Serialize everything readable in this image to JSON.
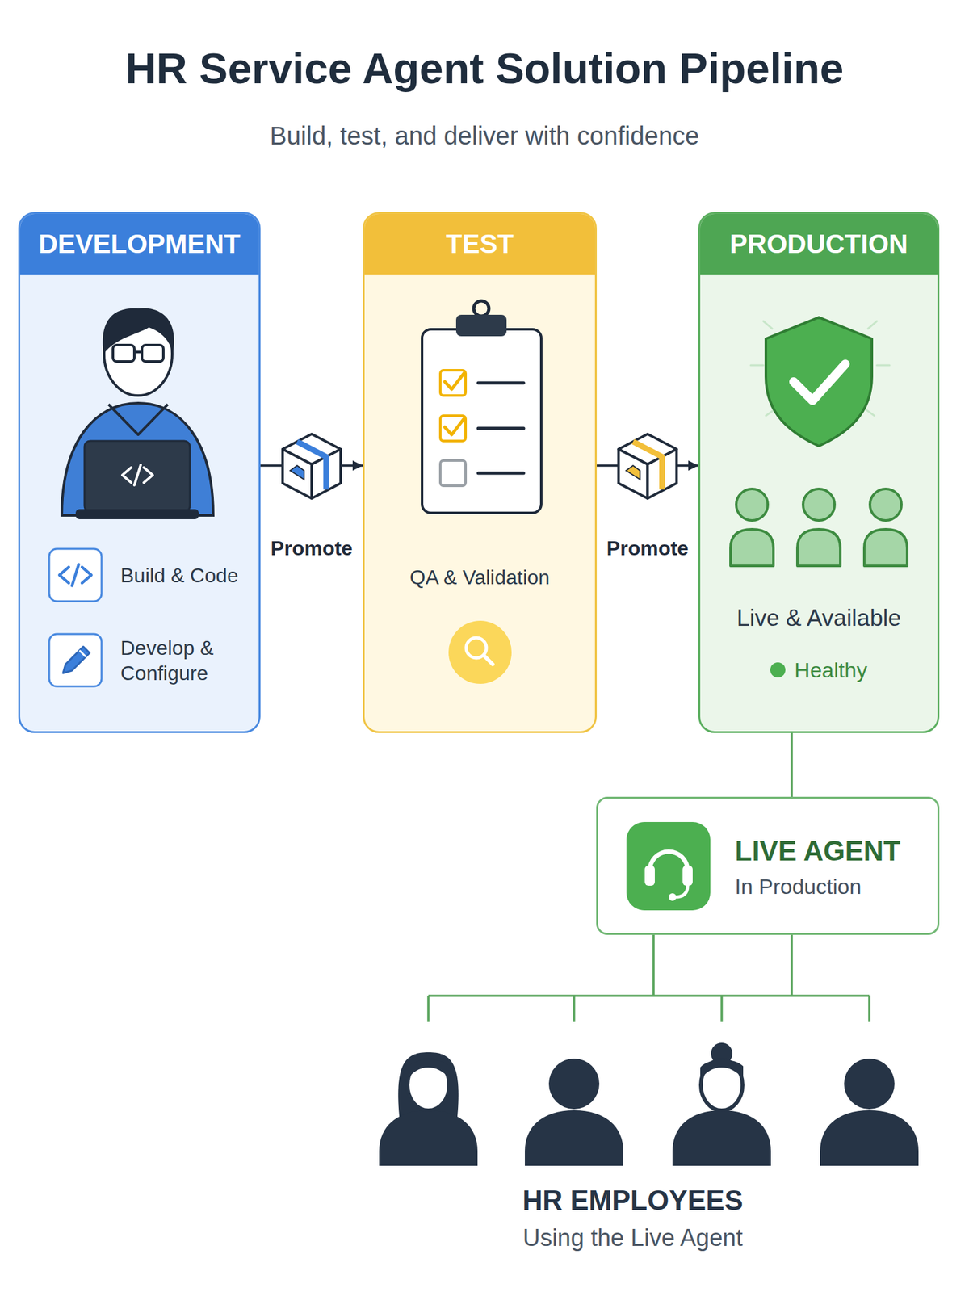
{
  "diagram": {
    "title": "HR Service Agent Solution Pipeline",
    "nodes": [
      {
        "text": [
          "DEVELOPMENT"
        ]
      },
      {
        "text": [
          "Build & Code"
        ],
        "in": 0
      },
      {
        "text": [
          "Develop & Configure"
        ],
        "in": 0
      },
      {
        "text": [
          "TEST",
          "QA & Validation"
        ]
      },
      {
        "text": [
          "PRODUCTION",
          "Live & Available",
          "Healthy"
        ]
      },
      {
        "text": [
          "LIVE AGENT",
          "In Production"
        ]
      },
      {
        "text": [
          "HR EMPLOYEES",
          "Using the Live Agent"
        ]
      }
    ],
    "edges": [
      {
        "from": 0,
        "to": 3,
        "label": "Promote",
        "arrow": "to"
      },
      {
        "from": 3,
        "to": 4,
        "label": "Promote",
        "arrow": "to"
      },
      {
        "from": 4,
        "to": 5,
        "arrow": "none"
      },
      {
        "from": 5,
        "to": 6,
        "arrow": "none"
      }
    ],
    "labels": [
      "Build, test, and deliver with confidence"
    ]
  }
}
